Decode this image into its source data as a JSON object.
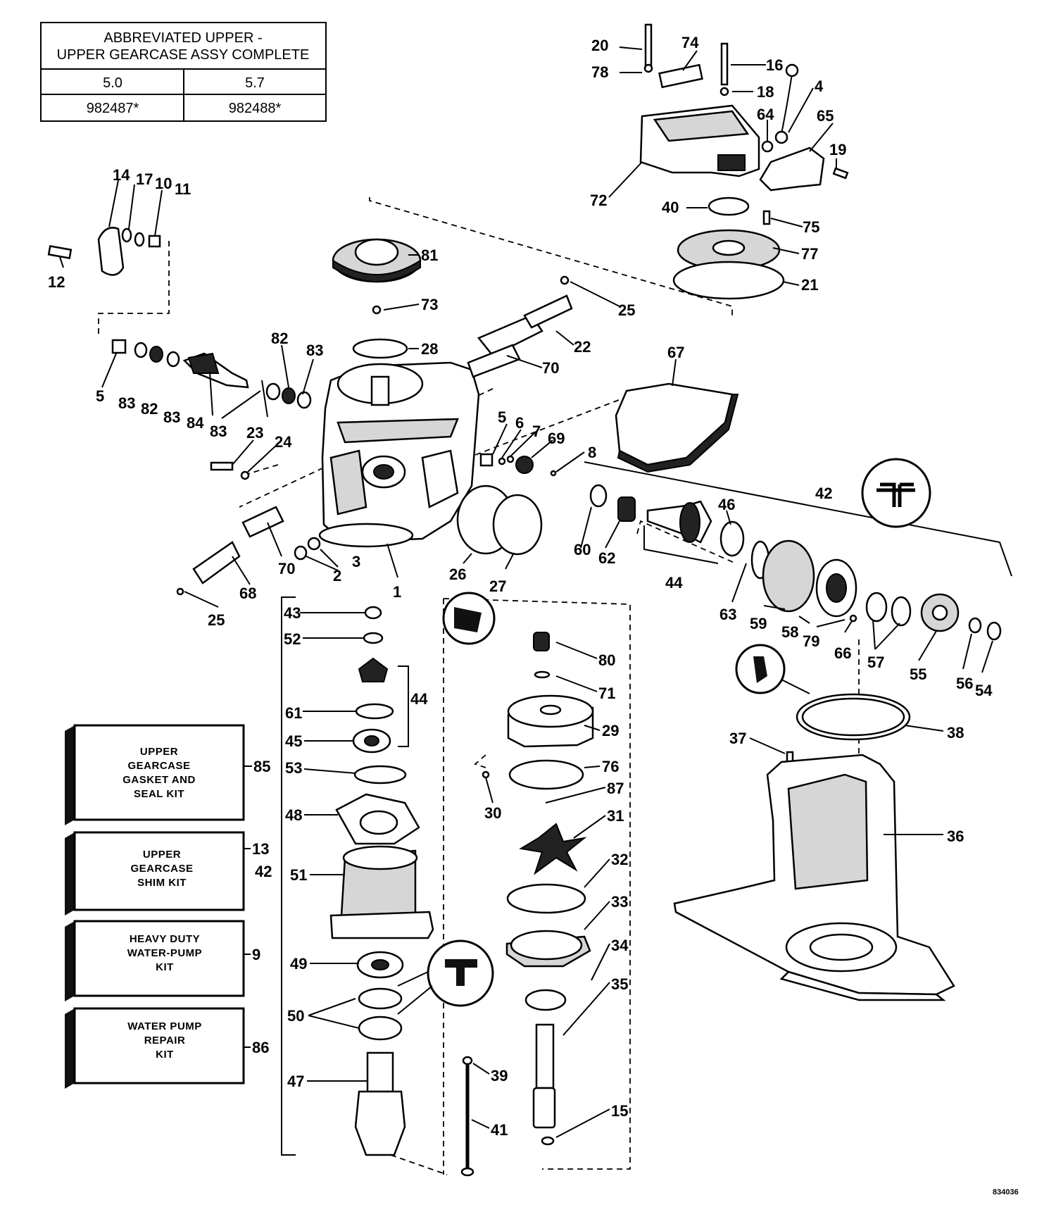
{
  "table": {
    "title_line1": "ABBREVIATED UPPER -",
    "title_line2": "UPPER GEARCASE ASSY COMPLETE",
    "col1_header": "5.0",
    "col2_header": "5.7",
    "col1_value": "982487*",
    "col2_value": "982488*"
  },
  "kits": [
    {
      "line1": "UPPER",
      "line2": "GEARCASE",
      "line3": "GASKET AND",
      "line4": "SEAL KIT",
      "number": "85"
    },
    {
      "line1": "UPPER",
      "line2": "GEARCASE",
      "line3": "SHIM KIT",
      "line4": "",
      "number": "13"
    },
    {
      "line1": "HEAVY DUTY",
      "line2": "WATER-PUMP",
      "line3": "KIT",
      "line4": "",
      "number": "9"
    },
    {
      "line1": "WATER PUMP",
      "line2": "REPAIR",
      "line3": "KIT",
      "line4": "",
      "number": "86"
    }
  ],
  "callouts": {
    "c1": "1",
    "c2": "2",
    "c3": "3",
    "c4": "4",
    "c5a": "5",
    "c5b": "5",
    "c6": "6",
    "c7": "7",
    "c8": "8",
    "c10": "10",
    "c11": "11",
    "c12": "12",
    "c14": "14",
    "c15": "15",
    "c16": "16",
    "c17": "17",
    "c18": "18",
    "c19": "19",
    "c20": "20",
    "c21": "21",
    "c22": "22",
    "c23": "23",
    "c24": "24",
    "c25a": "25",
    "c25b": "25",
    "c26": "26",
    "c27": "27",
    "c28": "28",
    "c29": "29",
    "c30": "30",
    "c31": "31",
    "c32": "32",
    "c33": "33",
    "c34": "34",
    "c35": "35",
    "c36": "36",
    "c37": "37",
    "c38": "38",
    "c39": "39",
    "c40": "40",
    "c41": "41",
    "c42a": "42",
    "c42b": "42",
    "c43": "43",
    "c44a": "44",
    "c44b": "44",
    "c45": "45",
    "c46": "46",
    "c47": "47",
    "c48": "48",
    "c49": "49",
    "c50": "50",
    "c51": "51",
    "c52": "52",
    "c53": "53",
    "c54": "54",
    "c55": "55",
    "c56": "56",
    "c57": "57",
    "c58": "58",
    "c59": "59",
    "c60": "60",
    "c61": "61",
    "c62": "62",
    "c63": "63",
    "c64": "64",
    "c65": "65",
    "c66": "66",
    "c67": "67",
    "c68": "68",
    "c69": "69",
    "c70a": "70",
    "c70b": "70",
    "c71": "71",
    "c72": "72",
    "c73": "73",
    "c74": "74",
    "c75": "75",
    "c76": "76",
    "c77": "77",
    "c78": "78",
    "c79": "79",
    "c80": "80",
    "c81": "81",
    "c82a": "82",
    "c82b": "82",
    "c83a": "83",
    "c83b": "83",
    "c83c": "83",
    "c83d": "83",
    "c84": "84",
    "c87": "87"
  },
  "figure_code": "834036"
}
